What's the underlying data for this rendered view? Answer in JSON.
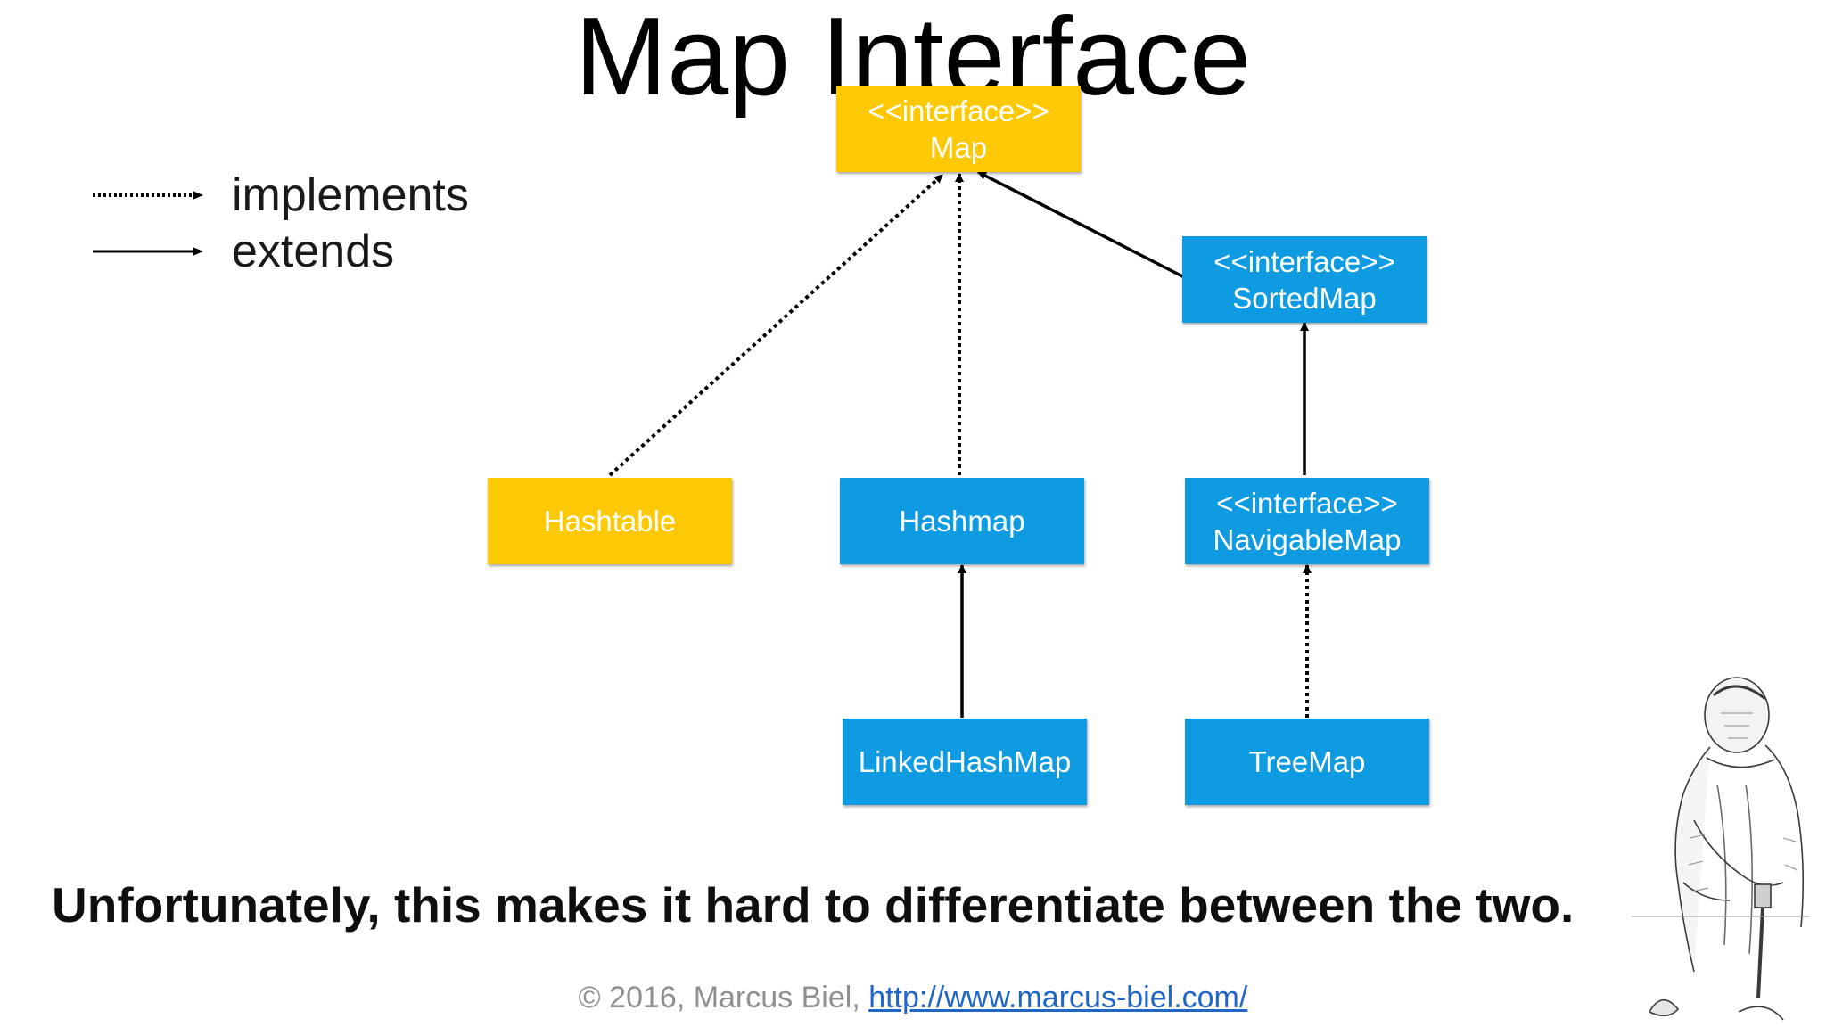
{
  "title": "Map Interface",
  "legend": [
    {
      "label": "implements",
      "style": "dotted"
    },
    {
      "label": "extends",
      "style": "solid"
    }
  ],
  "nodes": {
    "map": {
      "stereotype": "<<interface>>",
      "name": "Map",
      "color": "#fdc804"
    },
    "sorted_map": {
      "stereotype": "<<interface>>",
      "name": "SortedMap",
      "color": "#0f9be2"
    },
    "hashtable": {
      "name": "Hashtable",
      "color": "#fdc804"
    },
    "hashmap": {
      "name": "Hashmap",
      "color": "#0f9be2"
    },
    "navigable_map": {
      "stereotype": "<<interface>>",
      "name": "NavigableMap",
      "color": "#0f9be2"
    },
    "linked_hash_map": {
      "name": "LinkedHashMap",
      "color": "#0f9be2"
    },
    "tree_map": {
      "name": "TreeMap",
      "color": "#0f9be2"
    }
  },
  "edges": [
    {
      "from": "Hashtable",
      "to": "Map",
      "style": "dotted"
    },
    {
      "from": "Hashmap",
      "to": "Map",
      "style": "dotted"
    },
    {
      "from": "SortedMap",
      "to": "Map",
      "style": "solid"
    },
    {
      "from": "NavigableMap",
      "to": "SortedMap",
      "style": "solid"
    },
    {
      "from": "LinkedHashMap",
      "to": "Hashmap",
      "style": "solid"
    },
    {
      "from": "TreeMap",
      "to": "NavigableMap",
      "style": "dotted"
    }
  ],
  "caption": "Unfortunately, this makes it hard to differentiate between the two.",
  "footer": {
    "copyright": "© 2016, Marcus Biel,",
    "link": "http://www.marcus-biel.com/"
  }
}
